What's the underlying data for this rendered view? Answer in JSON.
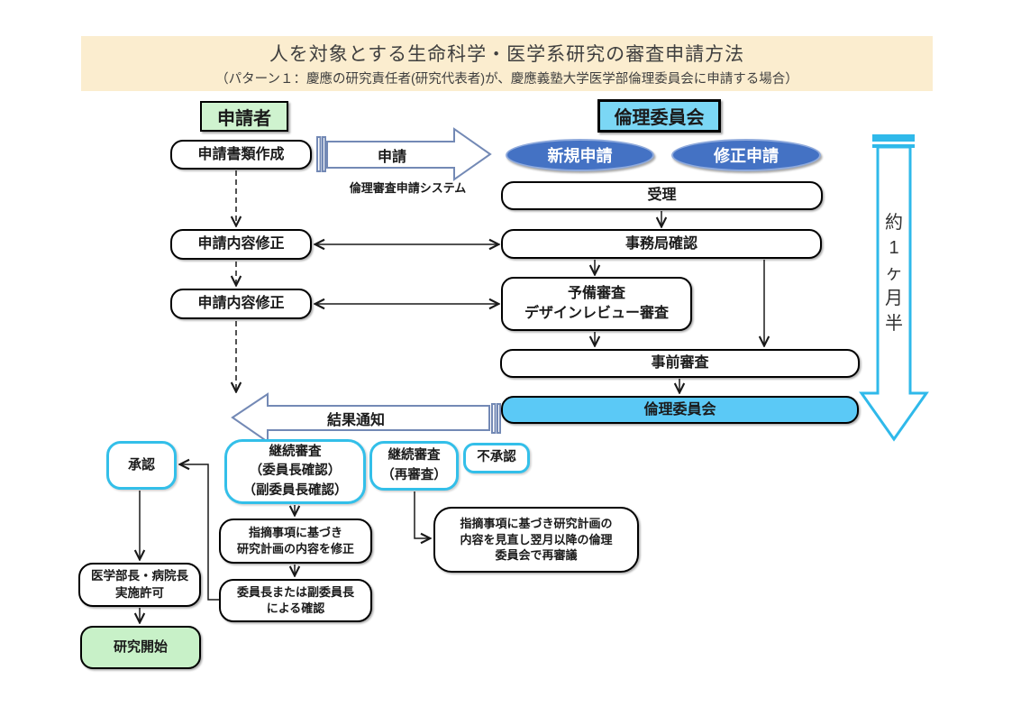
{
  "header": {
    "title": "人を対象とする生命科学・医学系研究の審査申請方法",
    "subtitle": "（パターン１：慶應の研究責任者(研究代表者)が、慶應義塾大学医学部倫理委員会に申請する場合）"
  },
  "columns": {
    "applicant_label": "申請者",
    "committee_label": "倫理委員会"
  },
  "arrows": {
    "apply_label": "申請",
    "apply_sub": "倫理審査申請システム",
    "result_label": "結果通知",
    "duration_chars": [
      "約",
      "1",
      "ヶ",
      "月",
      "半"
    ]
  },
  "nodes": {
    "create_docs": "申請書類作成",
    "new_application": "新規申請",
    "revised_application": "修正申請",
    "accept": "受理",
    "office_check": "事務局確認",
    "revise1": "申請内容修正",
    "revise2": "申請内容修正",
    "preliminary": [
      "予備審査",
      "デザインレビュー審査"
    ],
    "pre_review": "事前審査",
    "ethics_committee": "倫理委員会",
    "approved": "承認",
    "continued_chair": [
      "継続審査",
      "（委員長確認）",
      "（副委員長確認）"
    ],
    "continued_re": [
      "継続審査",
      "（再審査）"
    ],
    "not_approved": "不承認",
    "revise_plan": [
      "指摘事項に基づき",
      "研究計画の内容を修正"
    ],
    "chair_confirm": [
      "委員長または副委員長",
      "による確認"
    ],
    "re_deliberation": [
      "指摘事項に基づき研究計画の",
      "内容を見直し翌月以降の倫理",
      "委員会で再審議"
    ],
    "dean_permission": [
      "医学部長・病院長",
      "実施許可"
    ],
    "research_start": "研究開始"
  },
  "colors": {
    "header_band": "#FBEDCF",
    "applicant_green": "#CFF3CF",
    "committee_blue": "#7BD7F5",
    "ellipse_blue": "#4472C4",
    "committee_bar_cyan": "#5BC9F6",
    "cyan_border": "#33BFE9",
    "block_arrow_outline": "#7389B5",
    "start_green": "#C8F1C8"
  }
}
